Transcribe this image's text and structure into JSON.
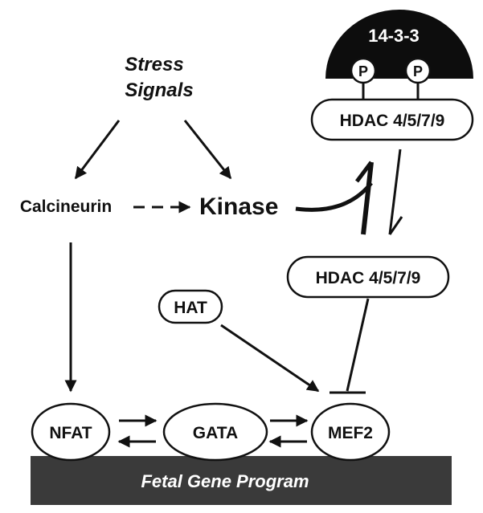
{
  "stress": {
    "line1": "Stress",
    "line2": "Signals"
  },
  "nodes": {
    "calcineurin": "Calcineurin",
    "kinase": "Kinase",
    "fourteen33": "14-3-3",
    "phospho_left": "P",
    "phospho_right": "P",
    "hdac_bound": "HDAC 4/5/7/9",
    "hdac_free": "HDAC 4/5/7/9",
    "hat": "HAT",
    "nfat": "NFAT",
    "gata": "GATA",
    "mef2": "MEF2"
  },
  "footer": {
    "bar_label": "Fetal Gene Program"
  },
  "colors": {
    "ink": "#111111",
    "cap": "#0d0d0d",
    "bar": "#3a3a3a",
    "bar_text": "#ffffff",
    "background": "#ffffff"
  }
}
